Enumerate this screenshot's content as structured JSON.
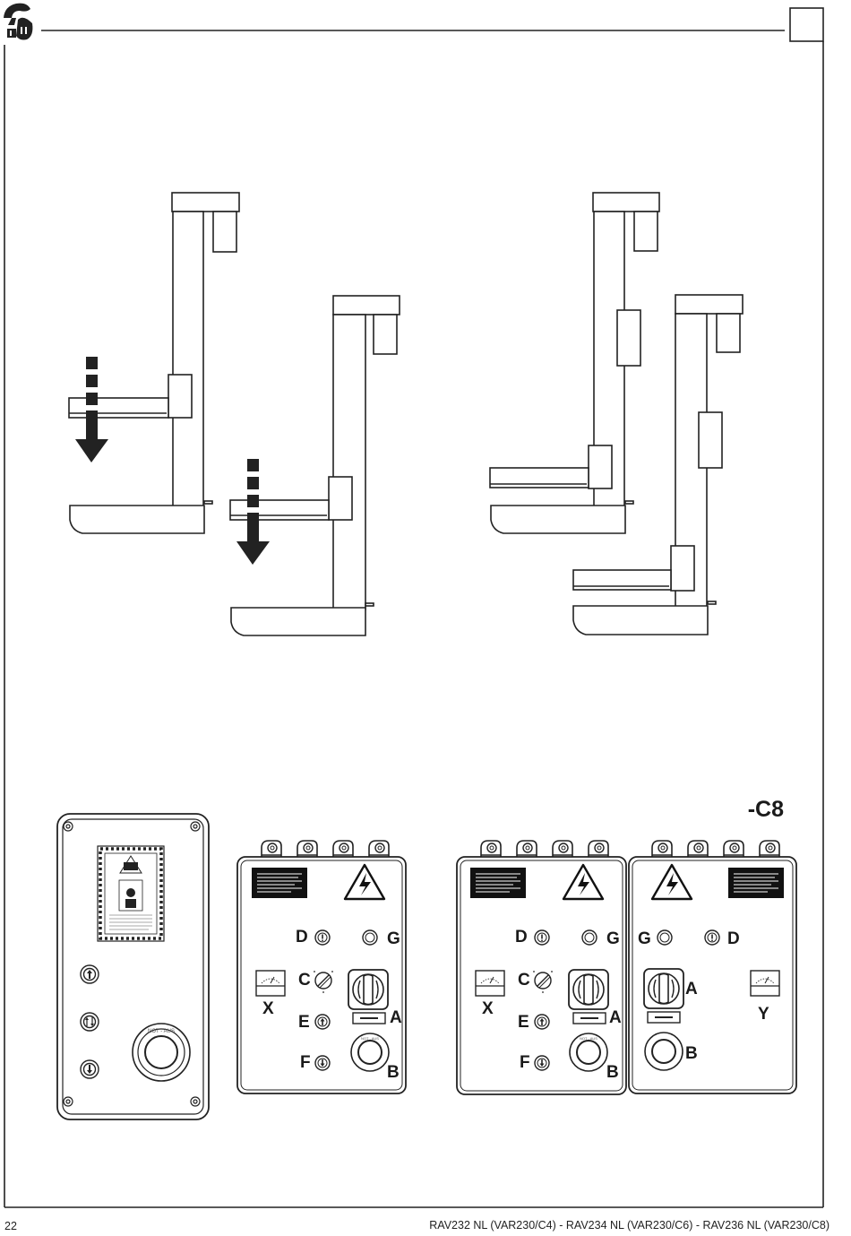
{
  "page": {
    "variant_code": "-C8",
    "page_number": "22",
    "footer_models": "RAV232 NL (VAR230/C4) - RAV234 NL (VAR230/C6) - RAV236 NL (VAR230/C8)"
  },
  "remote_box": {
    "emergency_label": "NOT - AUS"
  },
  "panels": {
    "panel_1": {
      "D": "D",
      "G": "G",
      "C": "C",
      "X": "X",
      "E": "E",
      "A": "A",
      "F": "F",
      "B": "B",
      "emergency_label": "NOT - AUS"
    },
    "panel_2": {
      "D": "D",
      "G": "G",
      "C": "C",
      "X": "X",
      "E": "E",
      "A": "A",
      "F": "F",
      "B": "B",
      "emergency_label": "NOT - AUS"
    },
    "panel_3": {
      "G": "G",
      "D": "D",
      "A": "A",
      "Y": "Y",
      "B": "B"
    }
  }
}
